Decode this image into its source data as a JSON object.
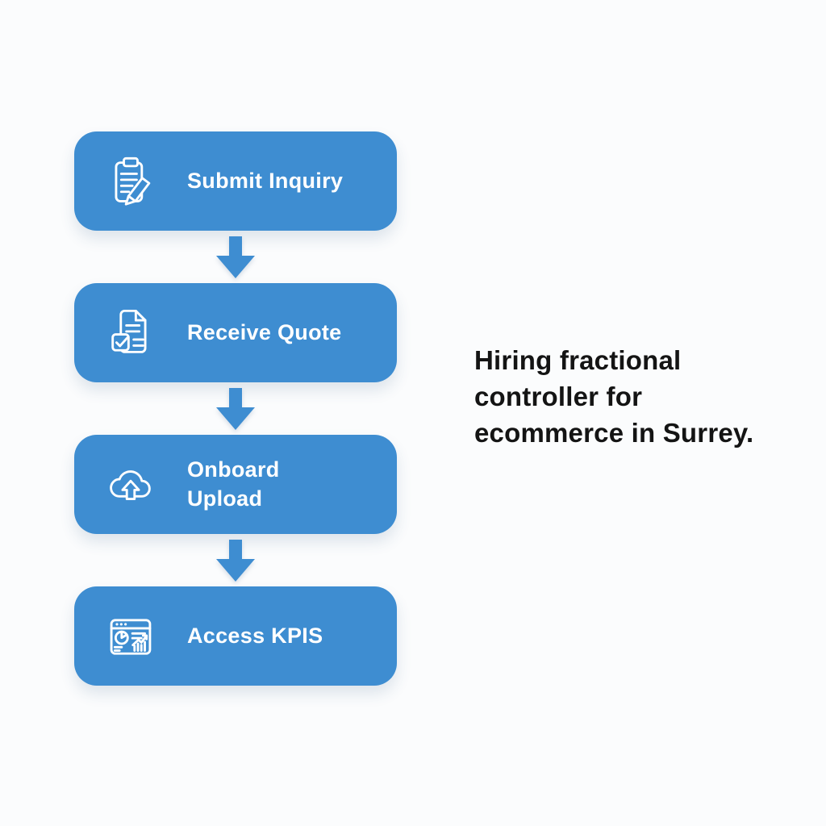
{
  "colors": {
    "accent": "#3E8DD1",
    "bg": "#FBFCFD",
    "headline": "#141414",
    "step-text": "#FFFFFF"
  },
  "flow": {
    "steps": [
      {
        "label": "Submit Inquiry",
        "icon": "clipboard-pencil-icon"
      },
      {
        "label": "Receive Quote",
        "icon": "document-check-icon"
      },
      {
        "label": "Onboard\nUpload",
        "icon": "cloud-upload-icon"
      },
      {
        "label": "Access KPIS",
        "icon": "dashboard-kpi-icon"
      }
    ]
  },
  "headline": {
    "text": "Hiring fractional\ncontroller for\necommerce in Surrey."
  }
}
